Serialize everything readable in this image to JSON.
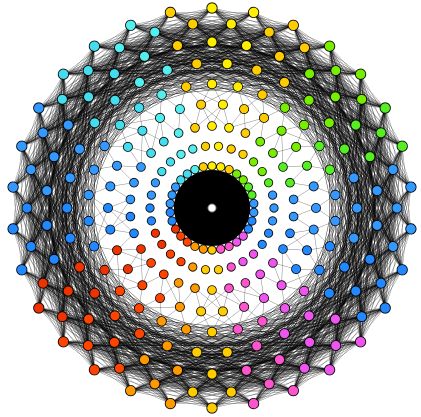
{
  "figure": {
    "kind": "polytope-projection-graph",
    "background": "#ffffff",
    "edge_color": "#000000",
    "vertex_outline": "#000000",
    "center_vertex_fill": "#ffffff",
    "symmetry_sectors": 30,
    "rings": [
      {
        "vertices": 30,
        "palette": "full"
      },
      {
        "vertices": 30,
        "palette": "full"
      },
      {
        "vertices": 30,
        "palette": "full"
      },
      {
        "vertices": 30,
        "palette": "full"
      },
      {
        "vertices": 30,
        "palette": "full"
      },
      {
        "vertices": 30,
        "palette": "full"
      },
      {
        "vertices": 30,
        "palette": "full"
      },
      {
        "vertices": 30,
        "palette": "full"
      },
      {
        "vertices": 30,
        "palette": "full"
      }
    ],
    "palette": [
      "#ffee00",
      "#ffcc00",
      "#ff9900",
      "#ff7700",
      "#ff5500",
      "#ff3300",
      "#ee2200",
      "#ff3355",
      "#ff55aa",
      "#ee55ee",
      "#cc55ff",
      "#3377ff",
      "#2288ff",
      "#3399ff",
      "#33aaff",
      "#44ccff",
      "#55eeee",
      "#66ffee",
      "#77ff77",
      "#66ff33",
      "#77ee00",
      "#99ee00",
      "#bbee00",
      "#ddee00"
    ]
  }
}
